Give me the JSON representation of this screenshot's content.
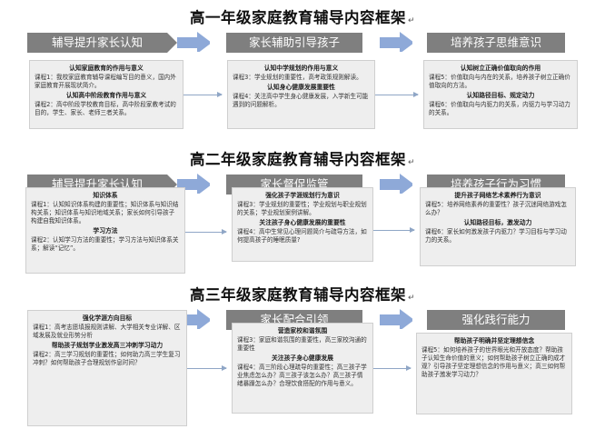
{
  "sections": [
    {
      "title": "高一年级家庭教育辅导内容框架",
      "title_mark": "↵",
      "headers": [
        "辅导提升家长认知",
        "家长辅助引导孩子",
        "培养孩子思维意识"
      ],
      "boxes": [
        [
          {
            "sub": "认知家庭教育的作用与意义"
          },
          {
            "text": "课程1：我校家庭教育辅导课程编写目的意义，国内外家庭教育开展现状简介。"
          },
          {
            "sub": "认知高中阶段教育作用与意义"
          },
          {
            "text": "课程2：高中阶段学校教育目标，高中阶段家教考试的目的，学生、家长、老师三者关系。"
          }
        ],
        [
          {
            "sub": "认知中学规划的作用与意义"
          },
          {
            "text": "课程3：学业规划的重要性，高考政策规则解读。"
          },
          {
            "sub": "认知身心健康发展重要性"
          },
          {
            "text": "课程4：关注高中学生身心健康发展，入学新生可能遇到的问题解析。"
          }
        ],
        [
          {
            "sub": "认知树立正确价值取向的作用"
          },
          {
            "text": "课程5：价值取向与内在的关系，培养孩子树立正确价值取向的方法。"
          },
          {
            "sub": "认知路径目标、规定动力"
          },
          {
            "text": "课程6：价值取向与内驱力的关系，内驱力与学习动力的关系。"
          }
        ]
      ]
    },
    {
      "title": "高二年级家庭教育辅导内容框架",
      "title_mark": "↵",
      "headers": [
        "辅导提升家长认知",
        "家长督促监管",
        "培养孩子行为习惯"
      ],
      "boxes": [
        [
          {
            "sub": "知识体系"
          },
          {
            "text": "课程1：认知知识体系构建的重要性；知识体系与知识结构关系；知识体系与知识地域关系；家长如何引导孩子构建自我知识体系。"
          },
          {
            "sub": "学习方法"
          },
          {
            "text": "课程2：认知学习方法的重要性；学习方法与知识体系关系；解读“记忆”。"
          }
        ],
        [
          {
            "sub": "强化孩子学涯规划行为意识"
          },
          {
            "text": "课程3：学业规划的重要性；学业规划与职业规划的关系；学业规划案例讲解。"
          },
          {
            "sub": "关注孩子身心健康发展的重要性"
          },
          {
            "text": "课程4：高中生常见心理问题简介与疏导方法，如何提高孩子的睡眠质量?"
          }
        ],
        [
          {
            "sub": "提升孩子网络艺术素养行为意识"
          },
          {
            "text": "课程5：培养网络素养的重要性？孩子沉迷网络游戏怎么办？"
          },
          {
            "sub": "认知路径目标，激发动力"
          },
          {
            "text": "课程6：家长如何激发孩子内驱力？学习目标与学习动力的关系。"
          }
        ]
      ]
    },
    {
      "title": "高三年级家庭教育辅导内容框架",
      "title_mark": "↵",
      "headers": [
        "辅导提升家长认知",
        "家长配合引领",
        "强化践行能力"
      ],
      "boxes": [
        [
          {
            "sub": "强化学涯方向目标"
          },
          {
            "text": "课程1：高考志愿填报规则讲解、大学相关专业详解、区域发展及就业形势分析"
          },
          {
            "sub": "帮助孩子规划学业激发高三冲刺学习动力"
          },
          {
            "text": "课程2：高三学习规划的重要性；如何助力高三学生复习冲刺？如何帮助孩子合理规划作息时间？"
          }
        ],
        [
          {
            "sub": "营造家校和谐氛围"
          },
          {
            "text": "课程3：家庭和谐氛围的重要性，高三家校沟通的重要性"
          },
          {
            "sub": "关注孩子身心健康发展"
          },
          {
            "text": "课程4：高三阶段心理疏导的重要性；高三孩子学业焦虑怎么办？高三孩子该怎么办？高三孩子情绪暴躁怎么办？合理饮食搭配的作用与意义。"
          }
        ],
        [
          {
            "sub": "帮助孩子明确并坚定理想信念"
          },
          {
            "text": "课程5：如何培养孩子的世界眼光和开放态度？帮助孩子认知生命价值的意义；如何帮助孩子树立正确的成才观？引导孩子坚定理想信念的作用与意义；高三如何帮助孩子激发学习动力？"
          }
        ]
      ]
    }
  ]
}
